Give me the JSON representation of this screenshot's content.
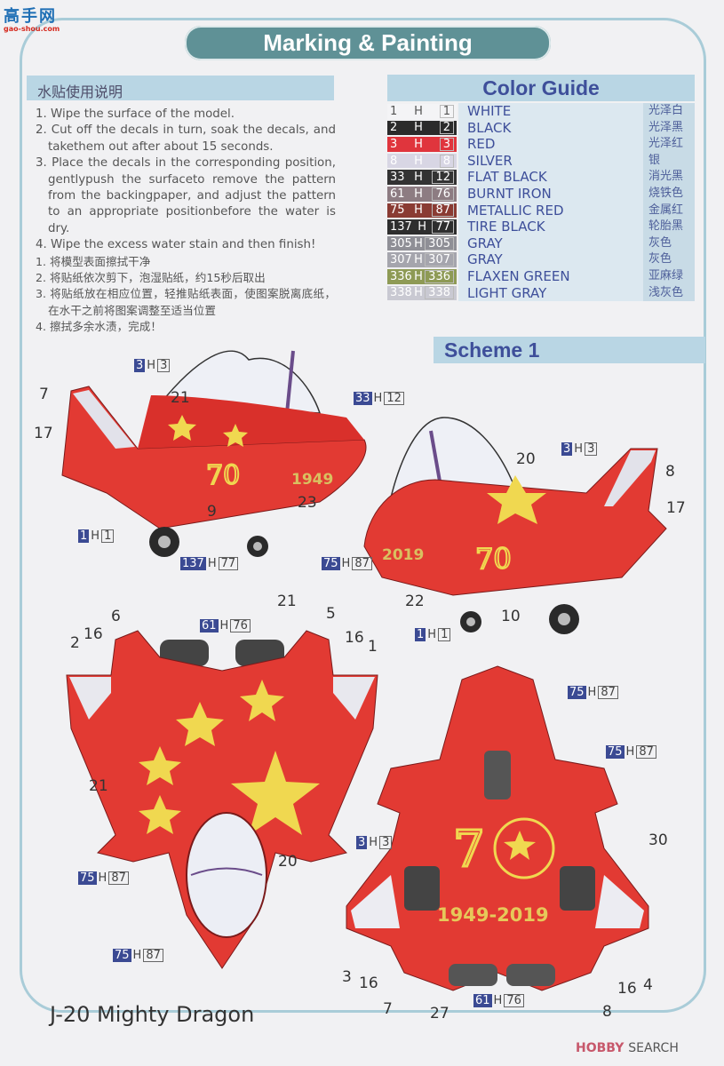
{
  "logo": {
    "chars": "高手网",
    "url": "gao-shou.com"
  },
  "header": {
    "title": "Marking & Painting"
  },
  "instructions": {
    "heading": "水贴使用说明",
    "en": [
      "1. Wipe the surface of the model.",
      "2. Cut off the decals in turn, soak the decals, and takethem out after about 15 seconds.",
      "3. Place the decals in the corresponding position, gentlypush the surfaceto remove the pattern from the backingpaper, and adjust the pattern to an appropriate positionbefore the water is dry.",
      "4. Wipe the excess water stain and then finish!"
    ],
    "zh": [
      "1. 将模型表面擦拭干净",
      "2. 将贴纸依次剪下，泡湿贴纸，约15秒后取出",
      "3. 将贴纸放在相应位置，轻推贴纸表面，使图案脱离底纸，在水干之前将图案调整至适当位置",
      "4. 擦拭多余水渍，完成！"
    ]
  },
  "color_guide": {
    "heading": "Color Guide",
    "rows": [
      {
        "code": "1",
        "h": "H",
        "hcode": "1",
        "name": "WHITE",
        "zh": "光泽白",
        "color": "#f4f4f6",
        "text": "#555"
      },
      {
        "code": "2",
        "h": "H",
        "hcode": "2",
        "name": "BLACK",
        "zh": "光泽黑",
        "color": "#2b2b2b",
        "text": "#fff"
      },
      {
        "code": "3",
        "h": "H",
        "hcode": "3",
        "name": "RED",
        "zh": "光泽红",
        "color": "#e0353d",
        "text": "#fff"
      },
      {
        "code": "8",
        "h": "H",
        "hcode": "8",
        "name": "SILVER",
        "zh": "银",
        "color": "#d8d6e4",
        "text": "#fff"
      },
      {
        "code": "33",
        "h": "H",
        "hcode": "12",
        "name": "FLAT BLACK",
        "zh": "消光黑",
        "color": "#333333",
        "text": "#fff"
      },
      {
        "code": "61",
        "h": "H",
        "hcode": "76",
        "name": "BURNT IRON",
        "zh": "烧铁色",
        "color": "#8d7c82",
        "text": "#fff"
      },
      {
        "code": "75",
        "h": "H",
        "hcode": "87",
        "name": "METALLIC RED",
        "zh": "金属红",
        "color": "#8a3b33",
        "text": "#fff"
      },
      {
        "code": "137",
        "h": "H",
        "hcode": "77",
        "name": "TIRE BLACK",
        "zh": "轮胎黑",
        "color": "#2e2e2e",
        "text": "#fff"
      },
      {
        "code": "305",
        "h": "H",
        "hcode": "305",
        "name": "GRAY",
        "zh": "灰色",
        "color": "#8f8f96",
        "text": "#fff"
      },
      {
        "code": "307",
        "h": "H",
        "hcode": "307",
        "name": "GRAY",
        "zh": "灰色",
        "color": "#a5a5ad",
        "text": "#fff"
      },
      {
        "code": "336",
        "h": "H",
        "hcode": "336",
        "name": "FLAXEN GREEN",
        "zh": "亚麻绿",
        "color": "#8e9a55",
        "text": "#fff"
      },
      {
        "code": "338",
        "h": "H",
        "hcode": "338",
        "name": "LIGHT GRAY",
        "zh": "浅灰色",
        "color": "#c9c9d2",
        "text": "#fff"
      }
    ]
  },
  "scheme": {
    "label": "Scheme 1"
  },
  "callouts": {
    "c1": {
      "n": "3",
      "h": "H",
      "b": "3"
    },
    "c2": {
      "n": "33",
      "h": "H",
      "b": "12"
    },
    "c3": {
      "n": "1",
      "h": "H",
      "b": "1"
    },
    "c4": {
      "n": "137",
      "h": "H",
      "b": "77"
    },
    "c5": {
      "n": "75",
      "h": "H",
      "b": "87"
    },
    "c6": {
      "n": "3",
      "h": "H",
      "b": "3"
    },
    "c7": {
      "n": "1",
      "h": "H",
      "b": "1"
    },
    "c8": {
      "n": "61",
      "h": "H",
      "b": "76"
    },
    "c9": {
      "n": "75",
      "h": "H",
      "b": "87"
    },
    "c10": {
      "n": "75",
      "h": "H",
      "b": "87"
    },
    "c11": {
      "n": "75",
      "h": "H",
      "b": "87"
    },
    "c12": {
      "n": "75",
      "h": "H",
      "b": "87"
    },
    "c13": {
      "n": "3",
      "h": "H",
      "b": "3"
    },
    "c14": {
      "n": "61",
      "h": "H",
      "b": "76"
    }
  },
  "decal_numbers": {
    "side_left": [
      "7",
      "17",
      "21",
      "9",
      "23"
    ],
    "side_right": [
      "20",
      "8",
      "17",
      "22",
      "10"
    ],
    "top": [
      "2",
      "16",
      "6",
      "21",
      "5",
      "16",
      "1",
      "21",
      "20"
    ],
    "bottom": [
      "30",
      "3",
      "16",
      "7",
      "27",
      "8",
      "16",
      "4"
    ]
  },
  "plane_text": {
    "year_left": "1949",
    "year_right": "2019",
    "year_bottom": "1949-2019"
  },
  "footer": {
    "model_name": "J-20 Mighty Dragon",
    "watermark_a": "HOBBY",
    "watermark_b": "SEARCH"
  }
}
